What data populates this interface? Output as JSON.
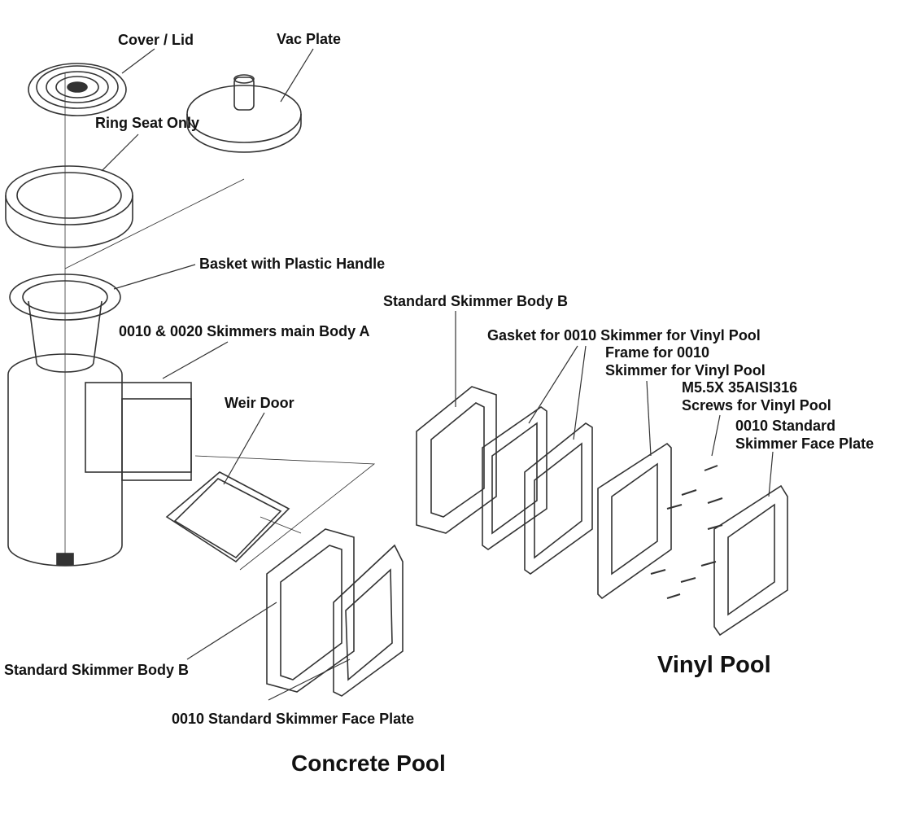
{
  "labels": {
    "cover_lid": "Cover / Lid",
    "vac_plate": "Vac Plate",
    "ring_seat": "Ring Seat Only",
    "basket": "Basket with Plastic Handle",
    "body_b_top": "Standard Skimmer Body B",
    "main_body_a": "0010 & 0020 Skimmers main Body A",
    "gasket": "Gasket for 0010 Skimmer for Vinyl Pool",
    "frame_line1": "Frame for 0010",
    "frame_line2": "Skimmer for Vinyl Pool",
    "screws_line1": "M5.5X 35AISI316",
    "screws_line2": "Screws for Vinyl Pool",
    "face_plate_vinyl_line1": "0010 Standard",
    "face_plate_vinyl_line2": "Skimmer Face Plate",
    "weir_door": "Weir Door",
    "body_b_bottom": "Standard Skimmer Body B",
    "face_plate_concrete": "0010 Standard Skimmer Face Plate"
  },
  "sections": {
    "vinyl": "Vinyl Pool",
    "concrete": "Concrete Pool"
  },
  "colors": {
    "ink": "#111111",
    "line": "#333333"
  }
}
